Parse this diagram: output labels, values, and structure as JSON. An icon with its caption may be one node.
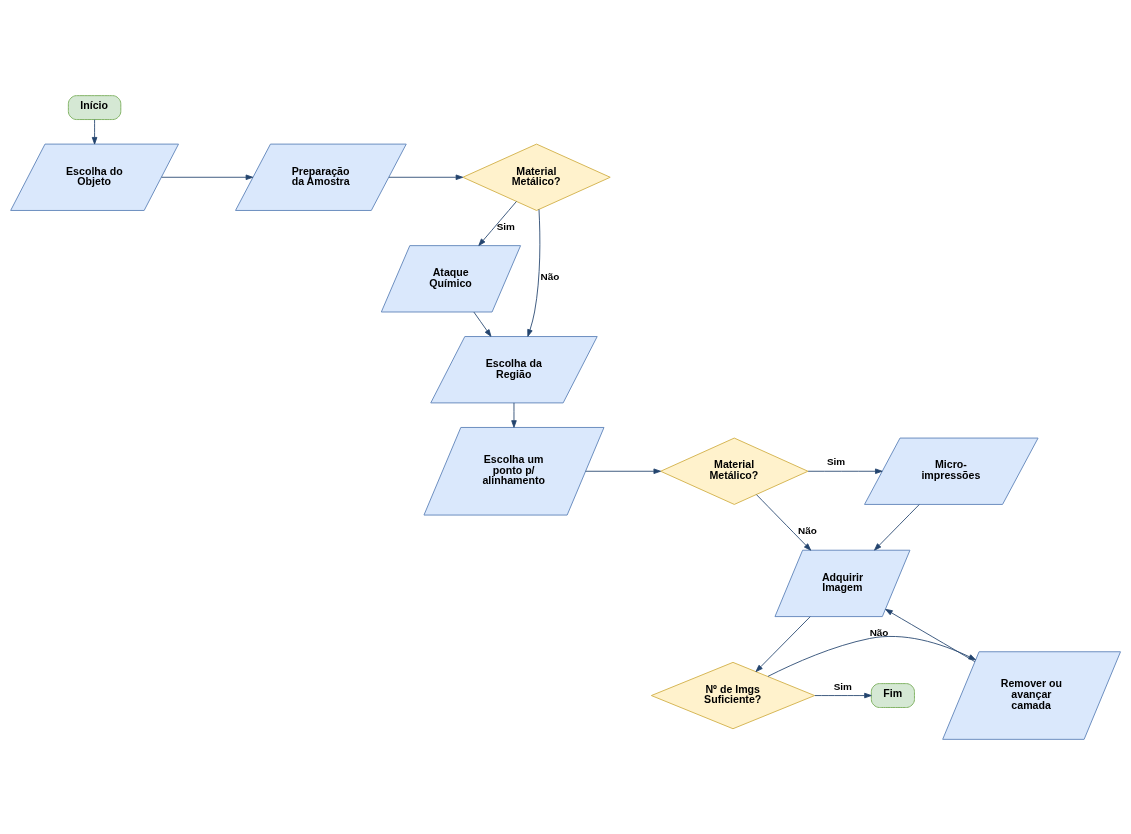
{
  "diagram": {
    "nodes": [
      {
        "text": [
          "Início"
        ]
      },
      {
        "text": [
          "Escolha do Objeto"
        ]
      },
      {
        "text": [
          "Preparação da Amostra"
        ]
      },
      {
        "text": [
          "Material Metálico?"
        ]
      },
      {
        "text": [
          "Ataque Químico"
        ]
      },
      {
        "text": [
          "Escolha da Região"
        ]
      },
      {
        "text": [
          "Escolha um ponto p/ alinhamento"
        ]
      },
      {
        "text": [
          "Material Metálico?"
        ]
      },
      {
        "text": [
          "Micro- impressões"
        ]
      },
      {
        "text": [
          "Adquirir Imagem"
        ]
      },
      {
        "text": [
          "Nº de Imgs Suficiente?"
        ]
      },
      {
        "text": [
          "Remover ou avançar camada"
        ]
      },
      {
        "text": [
          "Fim"
        ]
      }
    ],
    "edges": [
      {
        "from": 0,
        "to": 1,
        "arrow": "to"
      },
      {
        "from": 1,
        "to": 2,
        "arrow": "to"
      },
      {
        "from": 2,
        "to": 3,
        "arrow": "to"
      },
      {
        "from": 3,
        "to": 4,
        "arrow": "to",
        "label": "Sim"
      },
      {
        "from": 3,
        "to": 5,
        "arrow": "to",
        "label": "Não"
      },
      {
        "from": 4,
        "to": 5,
        "arrow": "to"
      },
      {
        "from": 5,
        "to": 6,
        "arrow": "to"
      },
      {
        "from": 6,
        "to": 7,
        "arrow": "to"
      },
      {
        "from": 7,
        "to": 8,
        "arrow": "to",
        "label": "Sim"
      },
      {
        "from": 7,
        "to": 9,
        "arrow": "to",
        "label": "Não"
      },
      {
        "from": 8,
        "to": 9,
        "arrow": "to"
      },
      {
        "from": 9,
        "to": 10,
        "arrow": "to"
      },
      {
        "from": 10,
        "to": 11,
        "arrow": "to",
        "label": "Não"
      },
      {
        "from": 10,
        "to": 12,
        "arrow": "to",
        "label": "Sim"
      },
      {
        "from": 11,
        "to": 9,
        "arrow": "to"
      }
    ]
  }
}
